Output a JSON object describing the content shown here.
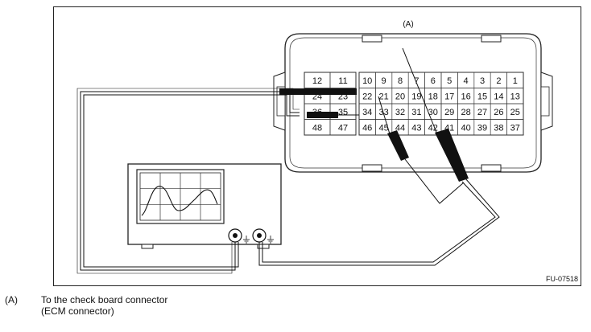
{
  "figure": {
    "callout_label": "(A)",
    "figure_code": "FU-07518",
    "connector": {
      "row1_left": [
        "12",
        "11"
      ],
      "row1_right": [
        "10",
        "9",
        "8",
        "7",
        "6",
        "5",
        "4",
        "3",
        "2",
        "1"
      ],
      "row2_left": [
        "24",
        "23"
      ],
      "row2_right": [
        "22",
        "21",
        "20",
        "19",
        "18",
        "17",
        "16",
        "15",
        "14",
        "13"
      ],
      "row3_left": [
        "36",
        "35"
      ],
      "row3_right": [
        "34",
        "33",
        "32",
        "31",
        "30",
        "29",
        "28",
        "27",
        "26",
        "25"
      ],
      "row4_left": [
        "48",
        "47"
      ],
      "row4_right": [
        "46",
        "45",
        "44",
        "43",
        "42",
        "41",
        "40",
        "39",
        "38",
        "37"
      ]
    }
  },
  "legend": {
    "key": "(A)",
    "line1": "To the check board connector",
    "line2": "(ECM connector)"
  }
}
